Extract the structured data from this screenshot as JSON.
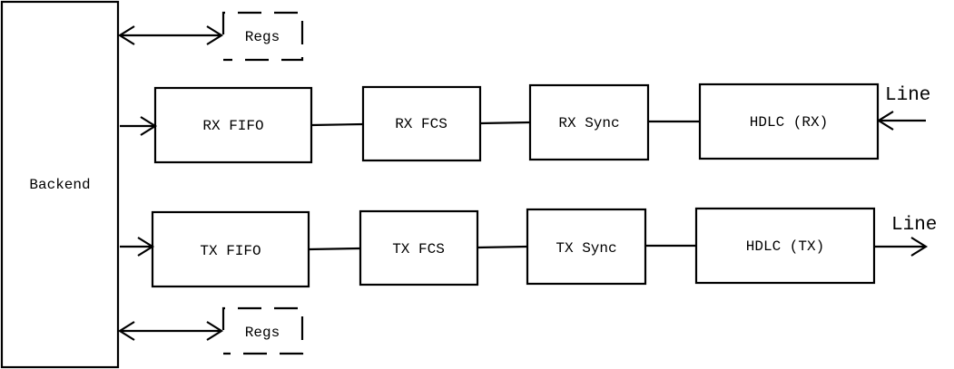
{
  "diagram": {
    "backend": "Backend",
    "regs_top": "Regs",
    "regs_bottom": "Regs",
    "rx_chain": [
      "RX FIFO",
      "RX FCS",
      "RX Sync",
      "HDLC (RX)"
    ],
    "tx_chain": [
      "TX FIFO",
      "TX FCS",
      "TX Sync",
      "HDLC (TX)"
    ],
    "line_rx": "Line",
    "line_tx": "Line"
  }
}
